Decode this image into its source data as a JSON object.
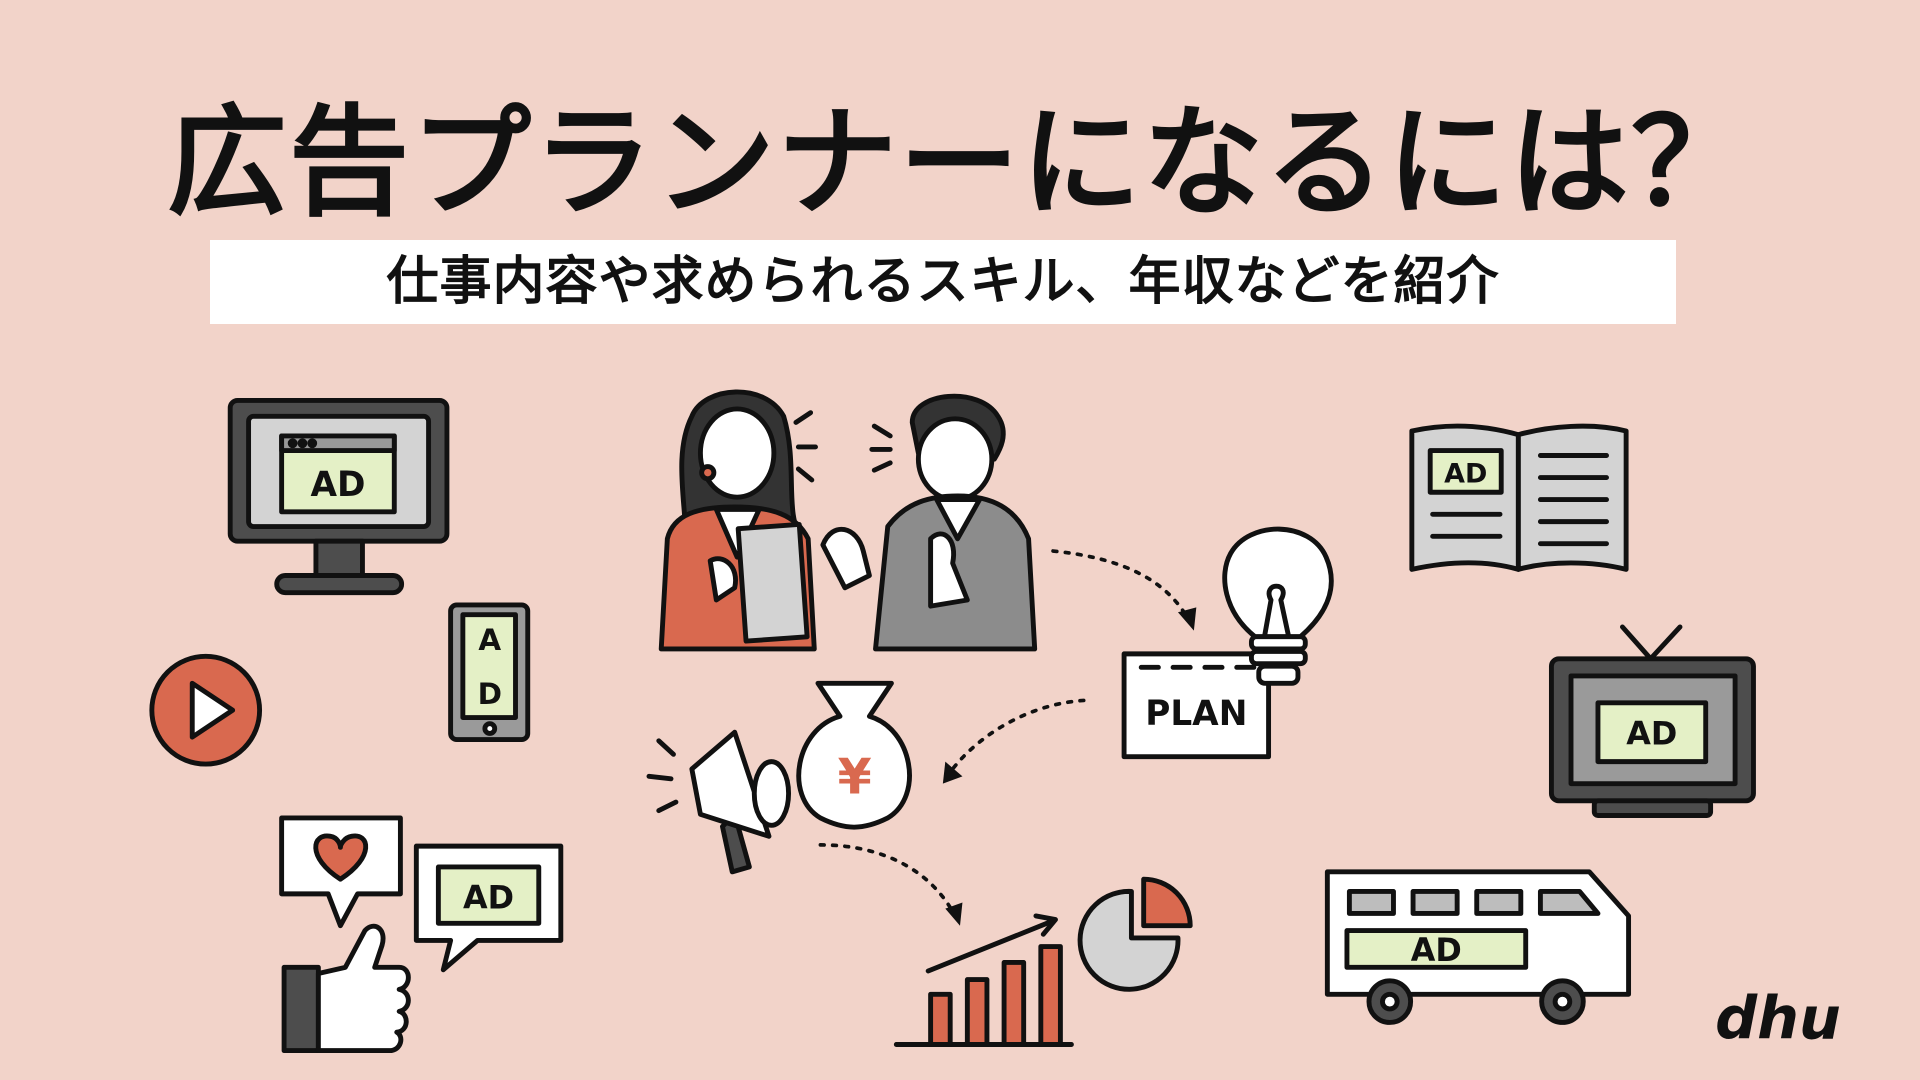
{
  "title": "広告プランナーになるには？",
  "subtitle": "仕事内容や求められるスキル、年収などを紹介",
  "labels": {
    "ad": "AD",
    "ad_a": "A",
    "ad_d": "D",
    "plan": "PLAN",
    "yen": "¥"
  },
  "logo": "dhu",
  "colors": {
    "background": "#f2d3c9",
    "accent": "#d9694f",
    "ad_panel": "#e4f0c6",
    "dark": "#4d4d4d",
    "gray": "#cfcfcf"
  }
}
